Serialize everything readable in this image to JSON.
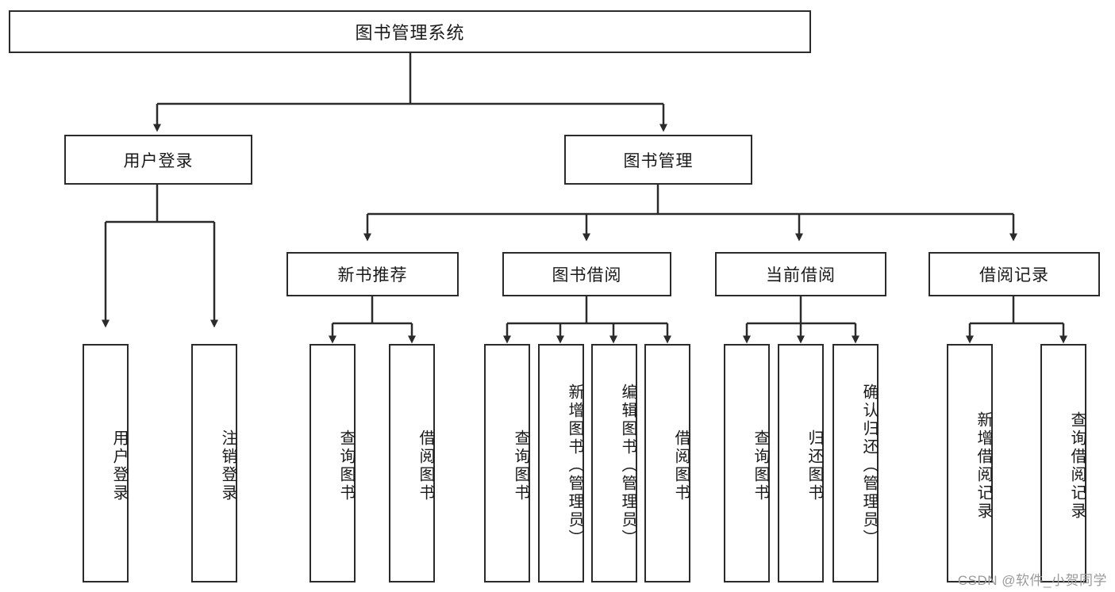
{
  "diagram": {
    "title": "图书管理系统",
    "type": "tree-hierarchy",
    "root": {
      "label": "图书管理系统"
    },
    "level2": [
      {
        "label": "用户登录"
      },
      {
        "label": "图书管理"
      }
    ],
    "level3": [
      {
        "label": "新书推荐"
      },
      {
        "label": "图书借阅"
      },
      {
        "label": "当前借阅"
      },
      {
        "label": "借阅记录"
      }
    ],
    "leaves": {
      "user_login": [
        {
          "label": "用户登录"
        },
        {
          "label": "注销登录"
        }
      ],
      "new_book_recommend": [
        {
          "label": "查询图书"
        },
        {
          "label": "借阅图书"
        }
      ],
      "book_borrow": [
        {
          "label": "查询图书"
        },
        {
          "label": "新增图书（管理员）"
        },
        {
          "label": "编辑图书（管理员）"
        },
        {
          "label": "借阅图书"
        }
      ],
      "current_borrow": [
        {
          "label": "查询图书"
        },
        {
          "label": "归还图书"
        },
        {
          "label": "确认归还（管理员）"
        }
      ],
      "borrow_record": [
        {
          "label": "新增借阅记录"
        },
        {
          "label": "查询借阅记录"
        }
      ]
    }
  },
  "watermark": {
    "text": "CSDN @软件_小贺同学"
  },
  "colors": {
    "stroke": "#2b2b2b",
    "background": "#ffffff",
    "text": "#1a1a1a",
    "watermark": "#9a9a9a"
  }
}
